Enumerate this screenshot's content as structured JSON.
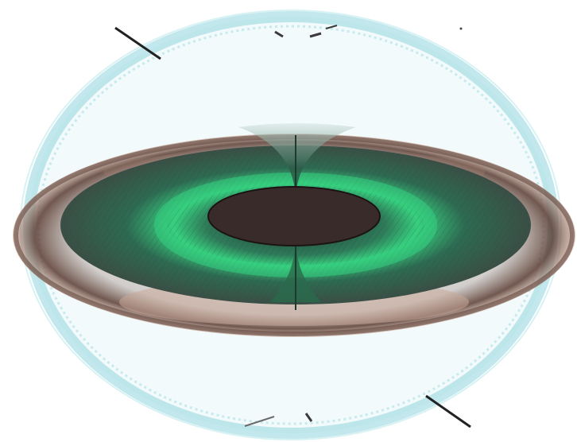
{
  "figure": {
    "subject": "eye-illustration",
    "layers": [
      "outer-shell",
      "brown-sclera-band",
      "iris",
      "pupil",
      "central-funnel"
    ],
    "labels": []
  },
  "colors": {
    "background": "#ffffff",
    "outer_shell": "#8fd6df",
    "outer_shell_fill": "#e9f6f8",
    "sclera_band": "#6b4a3e",
    "sclera_band_light": "#c7a797",
    "iris": "#2e6a52",
    "iris_glow": "#35d07f",
    "pupil": "#3a2b2b",
    "funnel": "#2b5a48",
    "leader_line": "#222222"
  }
}
